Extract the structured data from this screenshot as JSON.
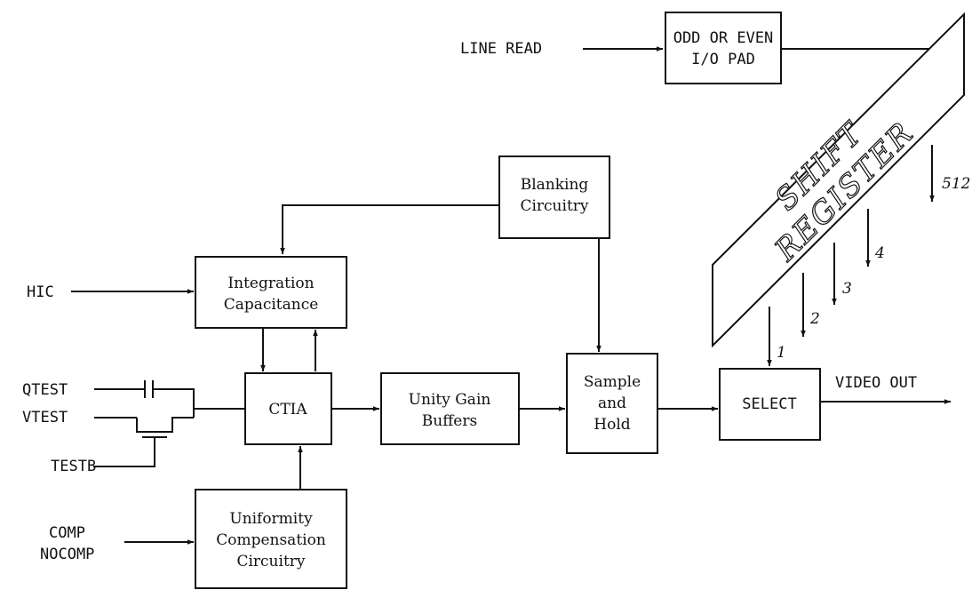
{
  "inputs": {
    "line_read": "LINE READ",
    "hic": "HIC",
    "qtest": "QTEST",
    "vtest": "VTEST",
    "testb": "TESTB",
    "comp": "COMP",
    "nocomp": "NOCOMP"
  },
  "blocks": {
    "odd_even": [
      "ODD OR EVEN",
      "I/O PAD"
    ],
    "blanking": [
      "Blanking",
      "Circuitry"
    ],
    "integration": [
      "Integration",
      "Capacitance"
    ],
    "ctia": "CTIA",
    "unity_gain": [
      "Unity Gain",
      "Buffers"
    ],
    "sample_hold": [
      "Sample",
      "and",
      "Hold"
    ],
    "select": "SELECT",
    "uniformity": [
      "Uniformity",
      "Compensation",
      "Circuitry"
    ]
  },
  "shift_register": [
    "SHIFT",
    "REGISTER"
  ],
  "taps": [
    "1",
    "2",
    "3",
    "4",
    "512"
  ],
  "output": "VIDEO OUT"
}
